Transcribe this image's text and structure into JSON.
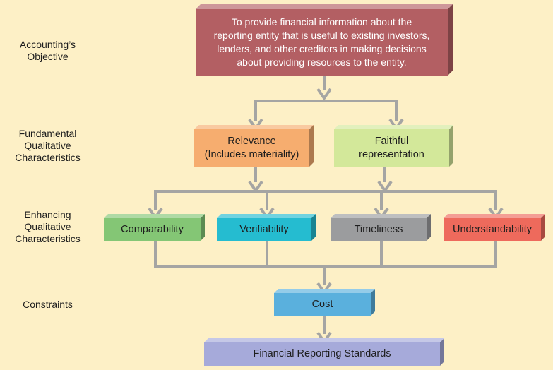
{
  "row_labels": {
    "objective": [
      "Accounting’s",
      "Objective"
    ],
    "fundamental": [
      "Fundamental",
      "Qualitative",
      "Characteristics"
    ],
    "enhancing": [
      "Enhancing",
      "Qualitative",
      "Characteristics"
    ],
    "constraints": [
      "Constraints"
    ]
  },
  "boxes": {
    "objective": [
      "To provide financial information about the",
      "reporting entity that is useful to existing investors,",
      "lenders, and other creditors in making decisions",
      "about providing resources to the entity."
    ],
    "relevance": [
      "Relevance",
      "(Includes materiality)"
    ],
    "faithful": [
      "Faithful",
      "representation"
    ],
    "comparability": [
      "Comparability"
    ],
    "verifiability": [
      "Verifiability"
    ],
    "timeliness": [
      "Timeliness"
    ],
    "understandability": [
      "Understandability"
    ],
    "cost": [
      "Cost"
    ],
    "standards": [
      "Financial Reporting Standards"
    ]
  },
  "colors": {
    "background": "#fdf0c6",
    "connector": "#a5a5a3",
    "objective": "#b35f63",
    "relevance": "#f6ad6f",
    "faithful": "#d3e89a",
    "comparability": "#84c675",
    "verifiability": "#25bcd0",
    "timeliness": "#9b9c9e",
    "understandability": "#ee6a5c",
    "cost": "#5ab0dd",
    "standards": "#a6aada"
  }
}
